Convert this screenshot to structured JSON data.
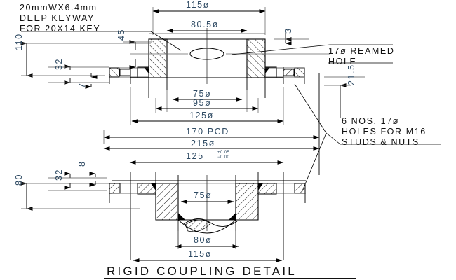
{
  "drawing": {
    "title": "RIGID COUPLING DETAIL",
    "type": "mechanical-engineering-sectional-drawing"
  },
  "notes": [
    {
      "id": "keyway-note",
      "lines": [
        "20mmWX6.4mm",
        "DEEP  KEYWAY",
        "FOR  20X14  KEY"
      ]
    },
    {
      "id": "reamed-hole-note",
      "lines": [
        "17ø  REAMED",
        "HOLE"
      ]
    },
    {
      "id": "stud-holes-note",
      "lines": [
        "6  NOS.  17ø",
        "HOLES  FOR  M16",
        "STUDS  &  NUTS"
      ]
    }
  ],
  "dimensions": {
    "top_outer": "115ø",
    "top_hub": "80.5ø",
    "top_thin": "3",
    "hub_height": "45",
    "left_overall_upper": "110",
    "left_flange_upper": "32",
    "left_small_upper": "7",
    "bore_upper": "75ø",
    "recess_upper": "95ø",
    "spigot_upper": "125ø",
    "pcd": "170  PCD",
    "outer_flange": "215ø",
    "right_vertical": "21.5",
    "toleranced_value": "125",
    "tolerance_plus": "+0.05",
    "tolerance_minus": "−0.00",
    "left_overall_lower": "80",
    "left_flange_lower": "32",
    "left_small_lower": "8",
    "bore_lower": "75ø",
    "hub_lower": "80ø",
    "bottom_outer": "115ø"
  },
  "colors": {
    "dimension_text": "#2e4a63",
    "note_text": "#111111",
    "line": "#000000",
    "thin_line": "#555555",
    "background": "#ffffff"
  }
}
